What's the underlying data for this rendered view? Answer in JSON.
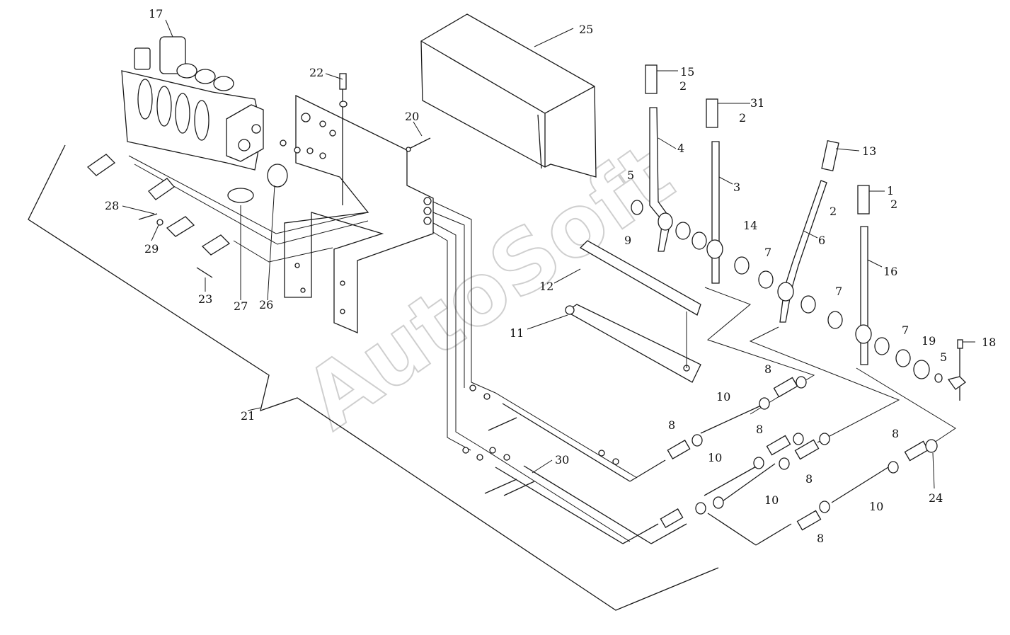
{
  "diagram": {
    "callouts": [
      "1",
      "2",
      "3",
      "4",
      "5",
      "6",
      "7",
      "8",
      "9",
      "10",
      "11",
      "12",
      "13",
      "14",
      "15",
      "16",
      "17",
      "18",
      "19",
      "20",
      "21",
      "22",
      "23",
      "24",
      "25",
      "26",
      "27",
      "28",
      "29",
      "30",
      "31"
    ],
    "watermark": "AutoSoft"
  }
}
